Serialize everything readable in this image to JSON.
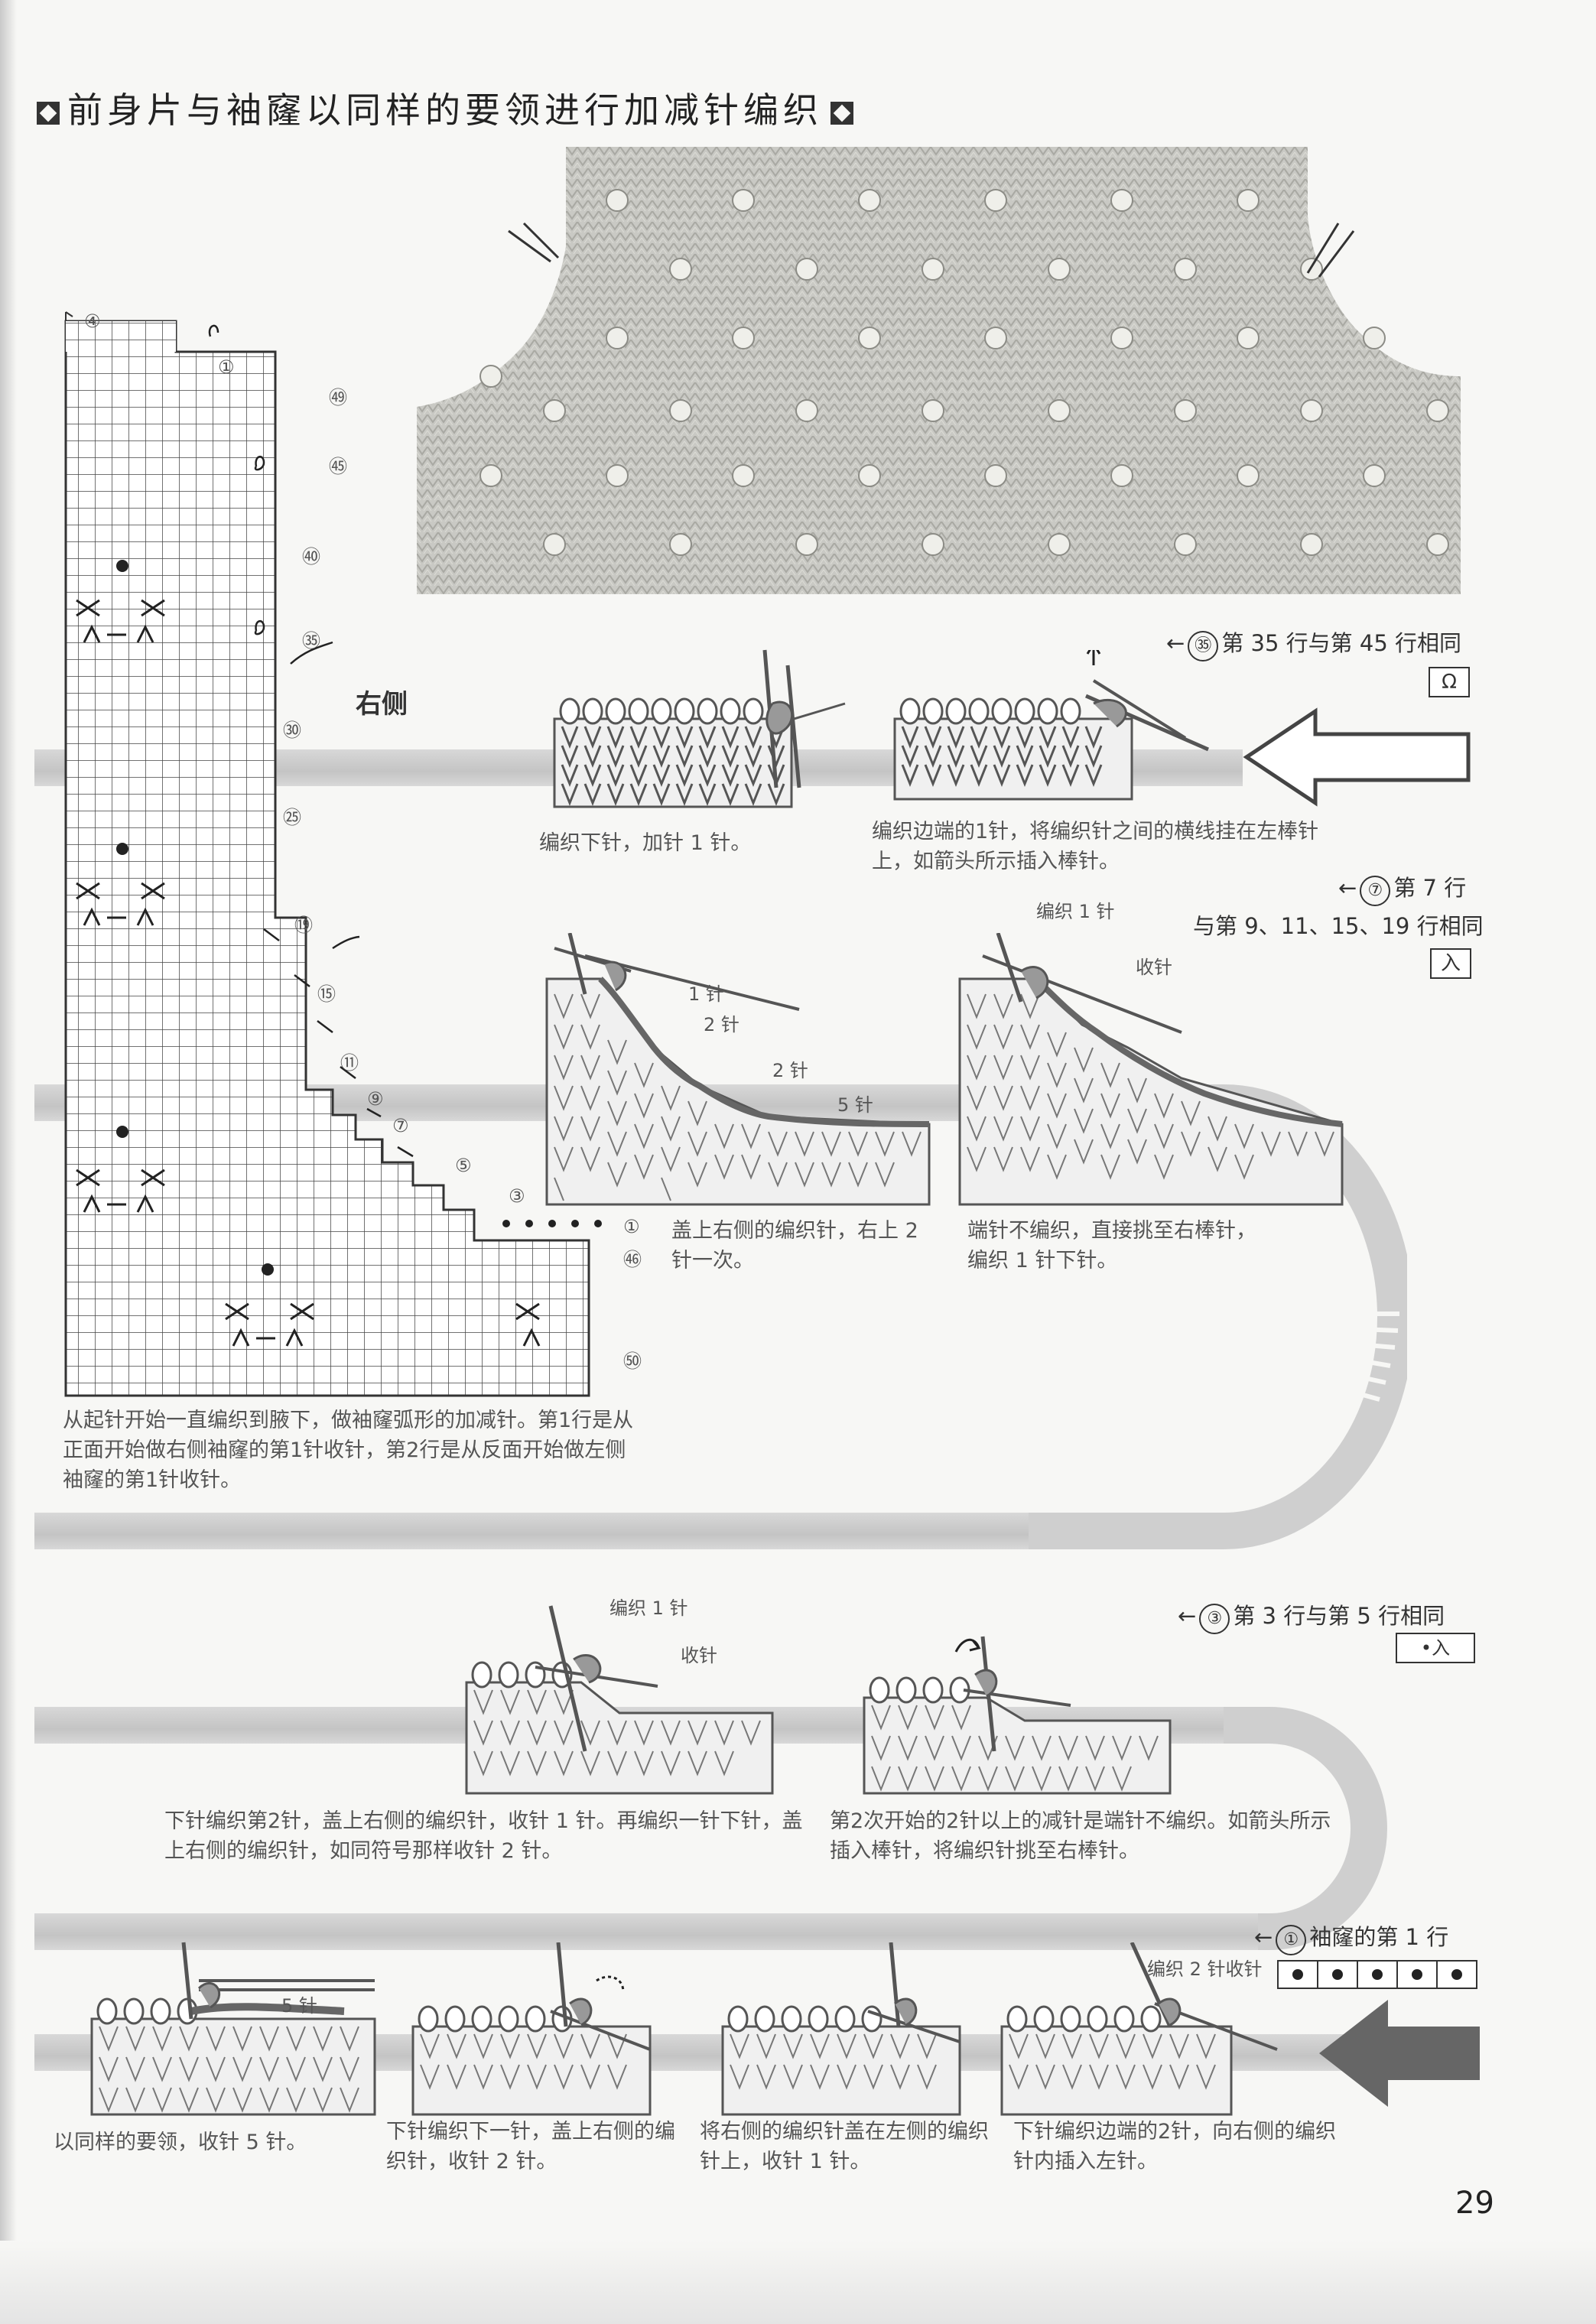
{
  "title": "前身片与袖窿以同样的要领进行加减针编织",
  "side_label": "右侧",
  "chart": {
    "row_labels": [
      "④",
      "①",
      "㊾",
      "㊺",
      "㊵",
      "㉟",
      "㉚",
      "㉕",
      "⑲",
      "⑮",
      "⑪",
      "⑨",
      "⑦",
      "⑤",
      "③",
      "①",
      "㊻",
      "㊿"
    ]
  },
  "intro_text": "从起针开始一直编织到腋下，做袖窿弧形的加减针。第1行是从正面开始做右侧袖窿的第1针收针，第2行是从反面开始做左侧袖窿的第1针收针。",
  "sections": {
    "row35": {
      "note_num": "㉟",
      "note_text": "第 35 行与第 45 行相同",
      "symbol": "Ω",
      "cap1": "编织下针，加针 1 针。",
      "cap2": "编织边端的1针，将编织针之间的横线挂在左棒针上，如箭头所示插入棒针。"
    },
    "row7": {
      "note_num": "⑦",
      "note_text": "第 7 行",
      "note_text2": "与第 9、11、15、19 行相同",
      "symbol": "入",
      "lbl_knit1": "编织 1 针",
      "lbl_bindoff": "收针",
      "lbl_1": "1 针",
      "lbl_2a": "2 针",
      "lbl_2b": "2 针",
      "lbl_5": "5 针",
      "cap1": "盖上右侧的编织针，右上 2 针一次。",
      "cap2": "端针不编织，直接挑至右棒针，编织 1 针下针。"
    },
    "row3": {
      "note_num": "③",
      "note_text": "第 3 行与第 5 行相同",
      "symbol": "•入",
      "lbl_knit1": "编织 1 针",
      "lbl_bindoff": "收针",
      "cap1": "下针编织第2针，盖上右侧的编织针，收针 1 针。再编织一针下针，盖上右侧的编织针，如同符号那样收针 2 针。",
      "cap2": "第2次开始的2针以上的减针是端针不编织。如箭头所示插入棒针，将编织针挑至右棒针。"
    },
    "row1": {
      "note_num": "①",
      "note_text": "袖窿的第 1 行",
      "lbl_knit2": "编织 2 针收针",
      "lbl_5": "5 针",
      "cap1": "以同样的要领，收针 5 针。",
      "cap2": "下针编织下一针，盖上右侧的编织针，收针 2 针。",
      "cap3": "将右侧的编织针盖在左侧的编织针上，收针 1 针。",
      "cap4": "下针编织边端的2针，向右侧的编织针内插入左针。"
    }
  },
  "page_number": "29"
}
